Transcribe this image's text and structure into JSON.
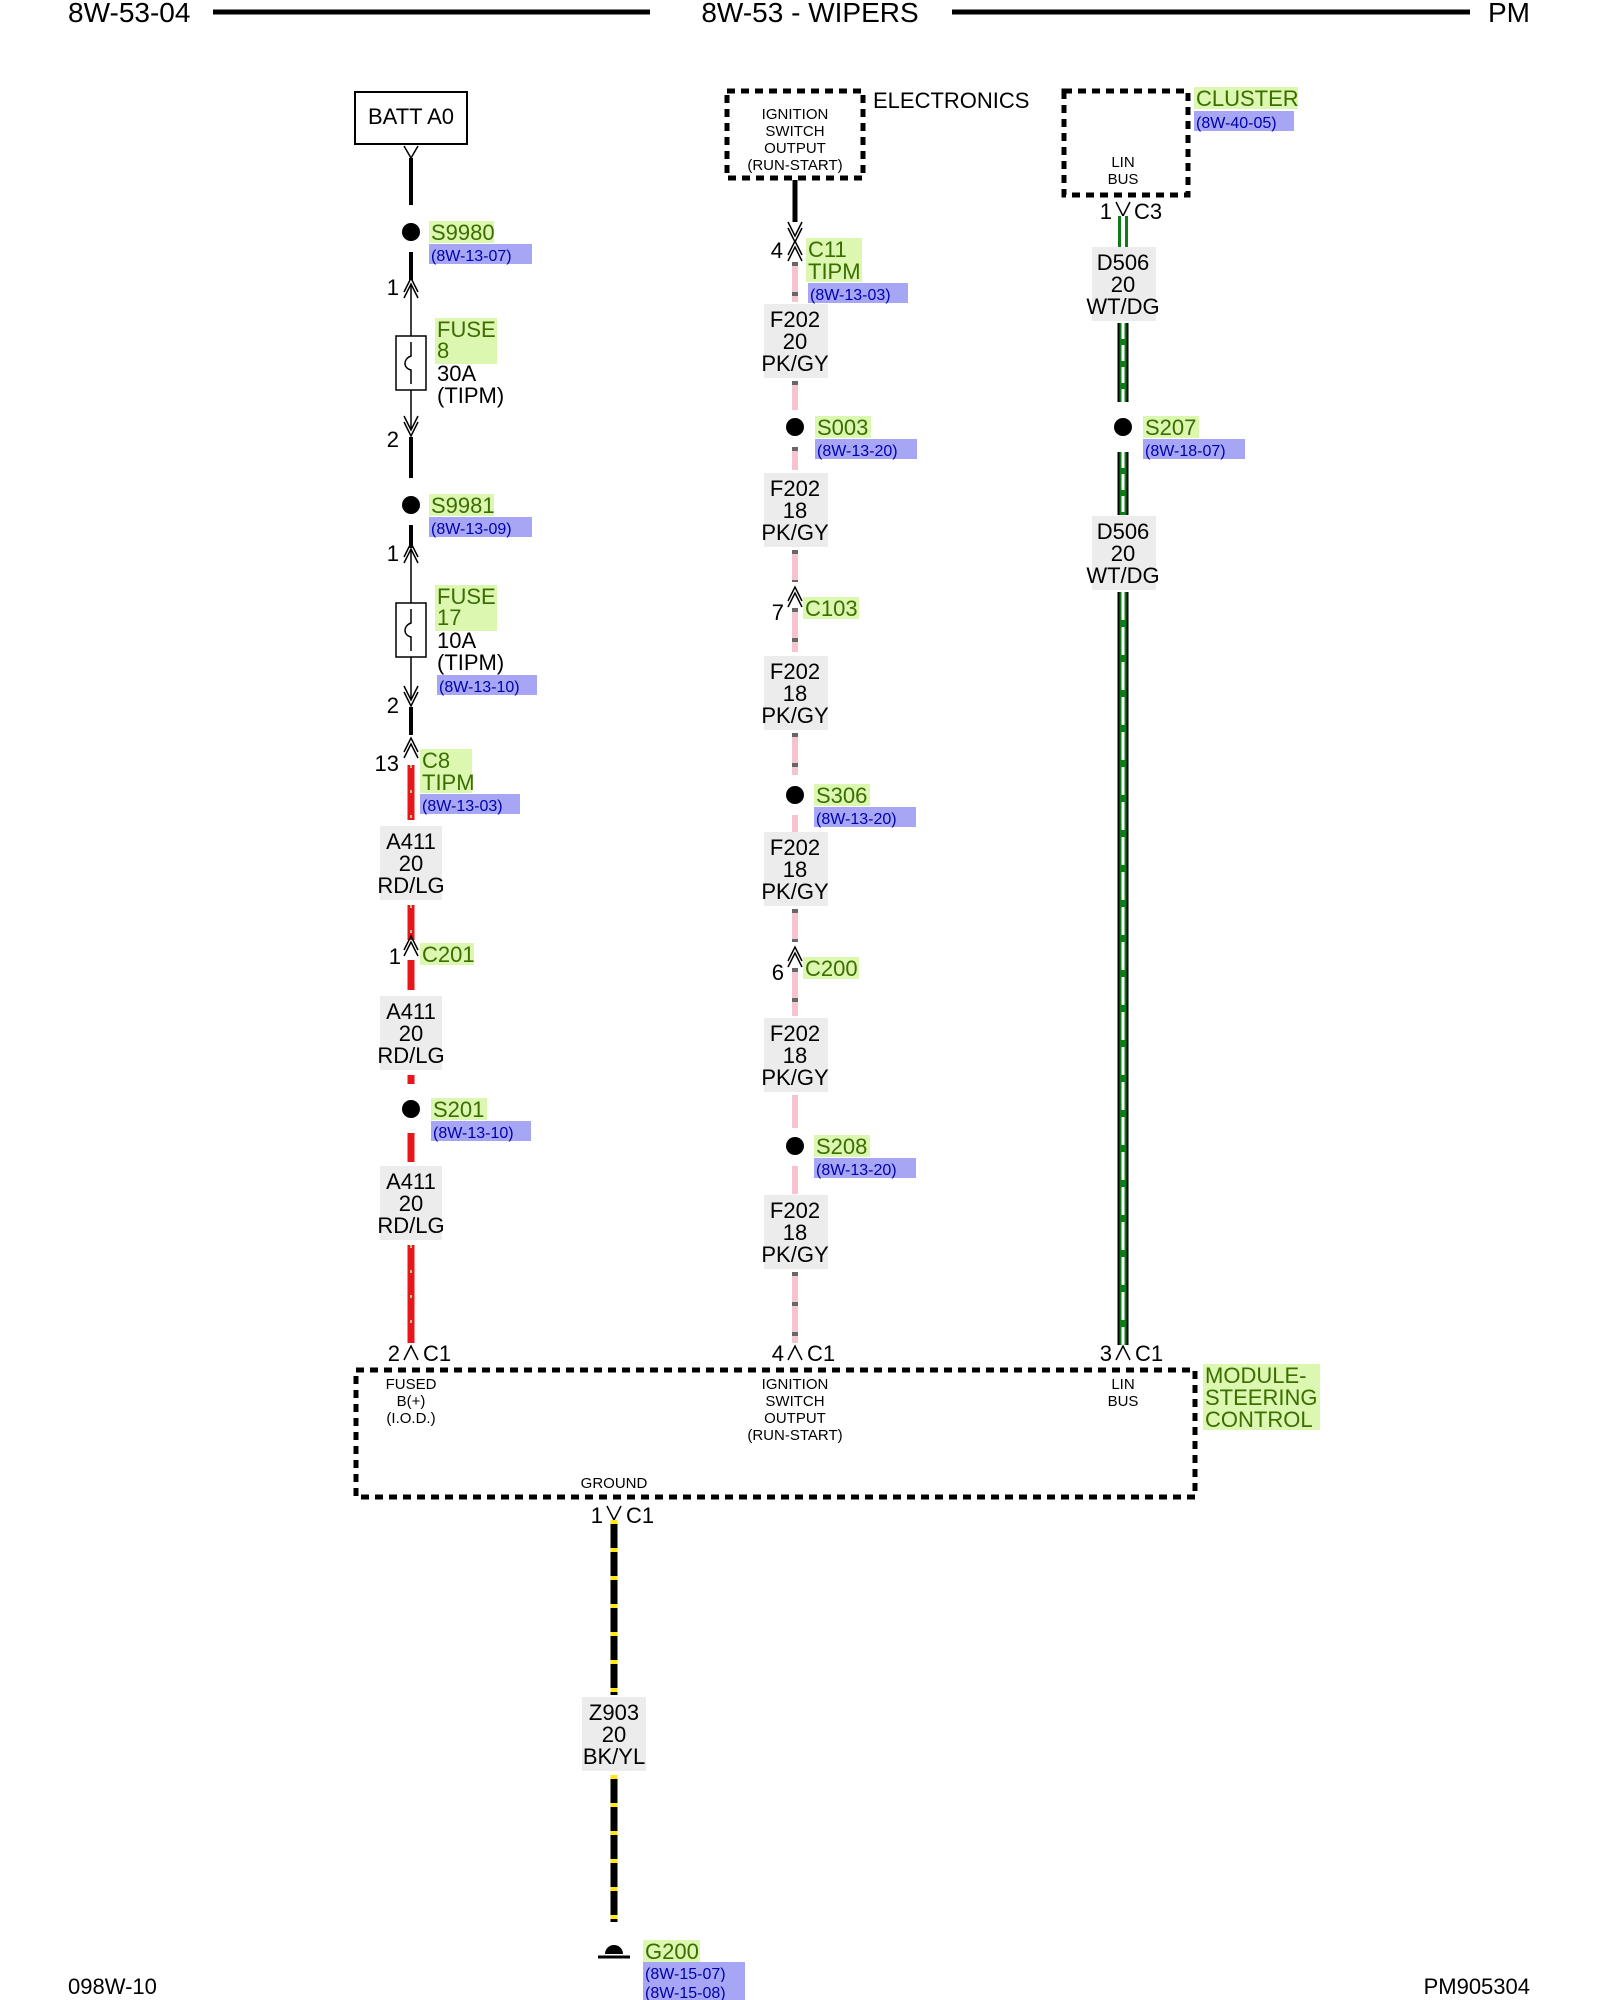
{
  "header": {
    "left": "8W-53-04",
    "center": "8W-53 - WIPERS",
    "right": "PM"
  },
  "footer": {
    "left": "098W-10",
    "right": "PM905304"
  },
  "colors": {
    "component_highlight": "#dcf7b0",
    "reference_highlight": "#a6a6f5",
    "wire_label_bg": "#ececec",
    "wire_RD_LG": "#e8161b",
    "wire_PK_GY": "#f7c3cf",
    "wire_WT_DG": "#0d7d17",
    "wire_BK_YL": "#ffe81a"
  },
  "batt": {
    "label": "BATT A0"
  },
  "electronics": {
    "title": "ELECTRONICS",
    "pin_lines": [
      "IGNITION",
      "SWITCH",
      "OUTPUT",
      "(RUN-START)"
    ]
  },
  "cluster": {
    "name": "CLUSTER",
    "ref": "(8W-40-05)",
    "pin_lines": [
      "LIN",
      "BUS"
    ],
    "connector": "C3",
    "pin": "1"
  },
  "left_circuit": {
    "splice_1": {
      "name": "S9980",
      "ref": "(8W-13-07)"
    },
    "fuse_8": {
      "pin_in": "1",
      "pin_out": "2",
      "label_1": "FUSE",
      "label_2": "8",
      "rating": "30A",
      "location": "(TIPM)"
    },
    "splice_2": {
      "name": "S9981",
      "ref": "(8W-13-09)"
    },
    "fuse_17": {
      "pin_in": "1",
      "pin_out": "2",
      "label_1": "FUSE",
      "label_2": "17",
      "rating": "10A",
      "location": "(TIPM)",
      "ref": "(8W-13-10)"
    },
    "conn_c8": {
      "pin": "13",
      "name": "C8",
      "sub": "TIPM",
      "ref": "(8W-13-03)"
    },
    "wire_1": {
      "circuit": "A411",
      "gauge": "20",
      "color": "RD/LG"
    },
    "conn_c201": {
      "pin": "1",
      "name": "C201"
    },
    "wire_2": {
      "circuit": "A411",
      "gauge": "20",
      "color": "RD/LG"
    },
    "splice_3": {
      "name": "S201",
      "ref": "(8W-13-10)"
    },
    "wire_3": {
      "circuit": "A411",
      "gauge": "20",
      "color": "RD/LG"
    },
    "module_pin": "2",
    "module_conn": "C1"
  },
  "middle_circuit": {
    "conn_c11": {
      "pin": "4",
      "name": "C11",
      "sub": "TIPM",
      "ref": "(8W-13-03)"
    },
    "wire_1": {
      "circuit": "F202",
      "gauge": "20",
      "color": "PK/GY"
    },
    "splice_1": {
      "name": "S003",
      "ref": "(8W-13-20)"
    },
    "wire_2": {
      "circuit": "F202",
      "gauge": "18",
      "color": "PK/GY"
    },
    "conn_c103": {
      "pin": "7",
      "name": "C103"
    },
    "wire_3": {
      "circuit": "F202",
      "gauge": "18",
      "color": "PK/GY"
    },
    "splice_2": {
      "name": "S306",
      "ref": "(8W-13-20)"
    },
    "wire_4": {
      "circuit": "F202",
      "gauge": "18",
      "color": "PK/GY"
    },
    "conn_c200": {
      "pin": "6",
      "name": "C200"
    },
    "wire_5": {
      "circuit": "F202",
      "gauge": "18",
      "color": "PK/GY"
    },
    "splice_3": {
      "name": "S208",
      "ref": "(8W-13-20)"
    },
    "wire_6": {
      "circuit": "F202",
      "gauge": "18",
      "color": "PK/GY"
    },
    "module_pin": "4",
    "module_conn": "C1"
  },
  "right_circuit": {
    "wire_1": {
      "circuit": "D506",
      "gauge": "20",
      "color": "WT/DG"
    },
    "splice_1": {
      "name": "S207",
      "ref": "(8W-18-07)"
    },
    "wire_2": {
      "circuit": "D506",
      "gauge": "20",
      "color": "WT/DG"
    },
    "module_pin": "3",
    "module_conn": "C1"
  },
  "module": {
    "name_lines": [
      "MODULE-",
      "STEERING",
      "CONTROL"
    ],
    "pin_fused": [
      "FUSED",
      "B(+)",
      "(I.O.D.)"
    ],
    "pin_ignition": [
      "IGNITION",
      "SWITCH",
      "OUTPUT",
      "(RUN-START)"
    ],
    "pin_lin": [
      "LIN",
      "BUS"
    ],
    "pin_ground": "GROUND",
    "ground_pin": "1",
    "ground_conn": "C1"
  },
  "ground_circuit": {
    "wire": {
      "circuit": "Z903",
      "gauge": "20",
      "color": "BK/YL"
    },
    "ground": {
      "name": "G200",
      "ref_1": "(8W-15-07)",
      "ref_2": "(8W-15-08)"
    }
  }
}
